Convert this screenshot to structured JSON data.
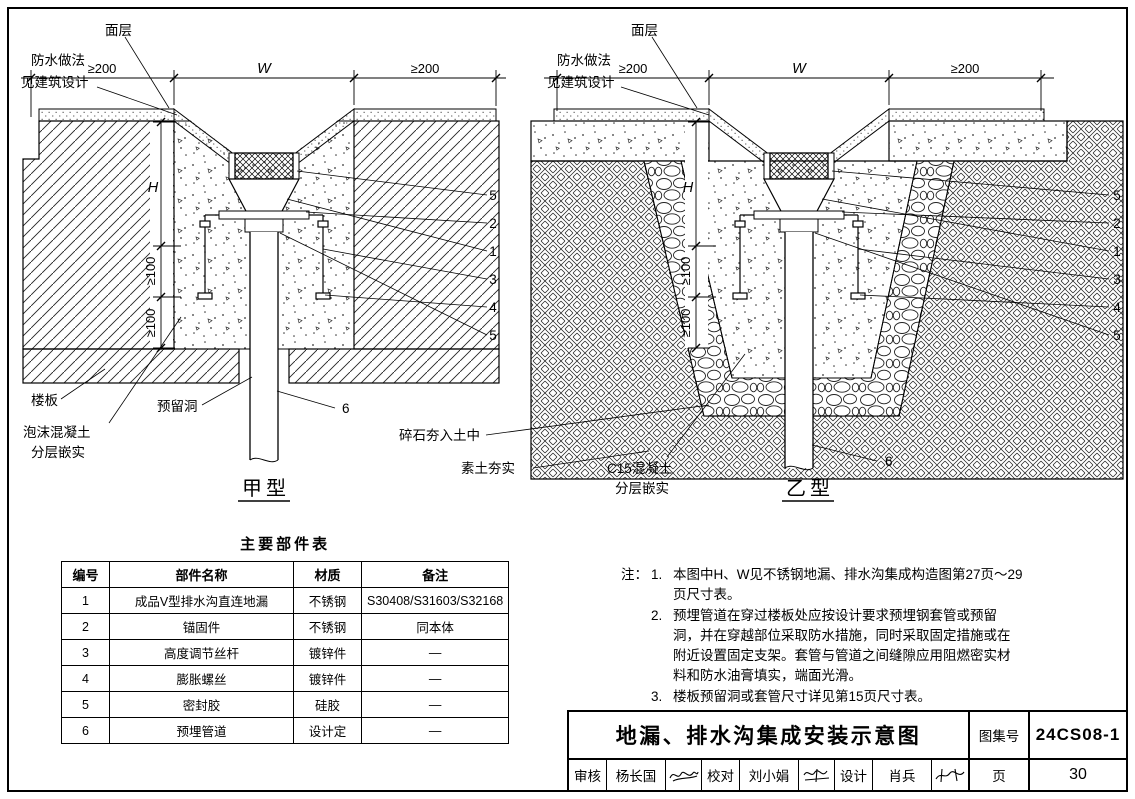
{
  "page": {
    "ink": "#000000",
    "paper": "#ffffff"
  },
  "type_a": {
    "surface": "面层",
    "waterproof_1": "防水做法",
    "waterproof_2": "见建筑设计",
    "dim_left": "≥200",
    "dim_w": "W",
    "dim_right": "≥200",
    "dim_h": "H",
    "dim_v1": "≥100",
    "dim_v2": "≥100",
    "callouts": [
      "5",
      "2",
      "1",
      "3",
      "4",
      "5"
    ],
    "callout_pipe": "6",
    "label_slab": "楼板",
    "label_hole": "预留洞",
    "label_fill_1": "泡沫混凝土",
    "label_fill_2": "分层嵌实",
    "title": "甲型"
  },
  "type_b": {
    "surface": "面层",
    "waterproof_1": "防水做法",
    "waterproof_2": "见建筑设计",
    "dim_left": "≥200",
    "dim_w": "W",
    "dim_right": "≥200",
    "dim_h": "H",
    "dim_v1": "≥100",
    "dim_v2": "≥100",
    "callouts": [
      "5",
      "2",
      "1",
      "3",
      "4",
      "5"
    ],
    "callout_pipe": "6",
    "label_gravel": "碎石夯入土中",
    "label_soil": "素土夯实",
    "label_fill_1": "C15混凝土",
    "label_fill_2": "分层嵌实",
    "title": "乙型"
  },
  "parts_table": {
    "title": "主要部件表",
    "headers": [
      "编号",
      "部件名称",
      "材质",
      "备注"
    ],
    "rows": [
      [
        "1",
        "成品V型排水沟直连地漏",
        "不锈钢",
        "S30408/S31603/S32168"
      ],
      [
        "2",
        "锚固件",
        "不锈钢",
        "同本体"
      ],
      [
        "3",
        "高度调节丝杆",
        "镀锌件",
        "—"
      ],
      [
        "4",
        "膨胀螺丝",
        "镀锌件",
        "—"
      ],
      [
        "5",
        "密封胶",
        "硅胶",
        "—"
      ],
      [
        "6",
        "预埋管道",
        "设计定",
        "—"
      ]
    ]
  },
  "notes": {
    "prefix": "注：",
    "items": [
      {
        "num": "1.",
        "text": "本图中H、W见不锈钢地漏、排水沟集成构造图第27页～29页尺寸表。"
      },
      {
        "num": "2.",
        "text": "预埋管道在穿过楼板处应按设计要求预埋钢套管或预留洞，并在穿越部位采取防水措施，同时采取固定措施或在附近设置固定支架。套管与管道之间缝隙应用阻燃密实材料和防水油膏填实，端面光滑。"
      },
      {
        "num": "3.",
        "text": "楼板预留洞或套管尺寸详见第15页尺寸表。"
      }
    ]
  },
  "title_block": {
    "main_title": "地漏、排水沟集成安装示意图",
    "atlas_label": "图集号",
    "atlas_number": "24CS08-1",
    "review_label": "审核",
    "reviewer": "杨长国",
    "check_label": "校对",
    "checker": "刘小娟",
    "design_label": "设计",
    "designer": "肖兵",
    "page_label": "页",
    "page_number": "30"
  }
}
